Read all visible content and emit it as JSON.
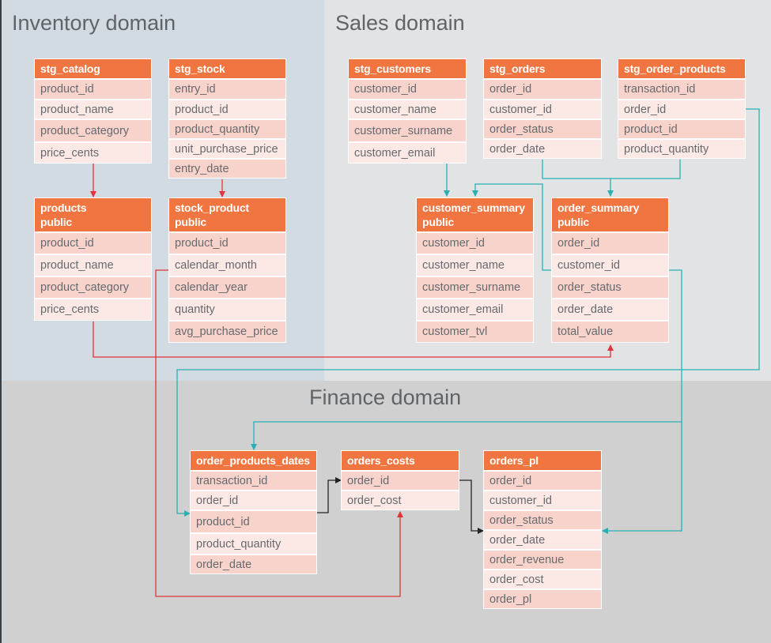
{
  "domains": {
    "inventory": "Inventory domain",
    "sales": "Sales domain",
    "finance": "Finance domain"
  },
  "colors": {
    "header": "#f07540",
    "row_dark": "#f8d3cb",
    "row_light": "#fce8e4",
    "wire_red": "#e0343a",
    "wire_teal": "#29b0b3",
    "wire_black": "#222222"
  },
  "tables": {
    "stg_catalog": {
      "title": [
        "stg_catalog"
      ],
      "fields": [
        "product_id",
        "product_name",
        "product_category",
        "price_cents"
      ]
    },
    "stg_stock": {
      "title": [
        "stg_stock"
      ],
      "fields": [
        "entry_id",
        "product_id",
        "product_quantity",
        "unit_purchase_price",
        "entry_date"
      ]
    },
    "products": {
      "title": [
        "products",
        "public"
      ],
      "fields": [
        "product_id",
        "product_name",
        "product_category",
        "price_cents"
      ]
    },
    "stock_product": {
      "title": [
        "stock_product",
        "public"
      ],
      "fields": [
        "product_id",
        "calendar_month",
        "calendar_year",
        "quantity",
        "avg_purchase_price"
      ]
    },
    "stg_customers": {
      "title": [
        "stg_customers"
      ],
      "fields": [
        "customer_id",
        "customer_name",
        "customer_surname",
        "customer_email"
      ]
    },
    "stg_orders": {
      "title": [
        "stg_orders"
      ],
      "fields": [
        "order_id",
        "customer_id",
        "order_status",
        "order_date"
      ]
    },
    "stg_order_products": {
      "title": [
        "stg_order_products"
      ],
      "fields": [
        "transaction_id",
        "order_id",
        "product_id",
        "product_quantity"
      ]
    },
    "customer_summary": {
      "title": [
        "customer_summary",
        "public"
      ],
      "fields": [
        "customer_id",
        "customer_name",
        "customer_surname",
        "customer_email",
        "customer_tvl"
      ]
    },
    "order_summary": {
      "title": [
        "order_summary",
        "public"
      ],
      "fields": [
        "order_id",
        "customer_id",
        "order_status",
        "order_date",
        "total_value"
      ]
    },
    "order_products_dates": {
      "title": [
        "order_products_dates"
      ],
      "fields": [
        "transaction_id",
        "order_id",
        "product_id",
        "product_quantity",
        "order_date"
      ]
    },
    "orders_costs": {
      "title": [
        "orders_costs"
      ],
      "fields": [
        "order_id",
        "order_cost"
      ]
    },
    "orders_pl": {
      "title": [
        "orders_pl"
      ],
      "fields": [
        "order_id",
        "customer_id",
        "order_status",
        "order_date",
        "order_revenue",
        "order_cost",
        "order_pl"
      ]
    }
  }
}
